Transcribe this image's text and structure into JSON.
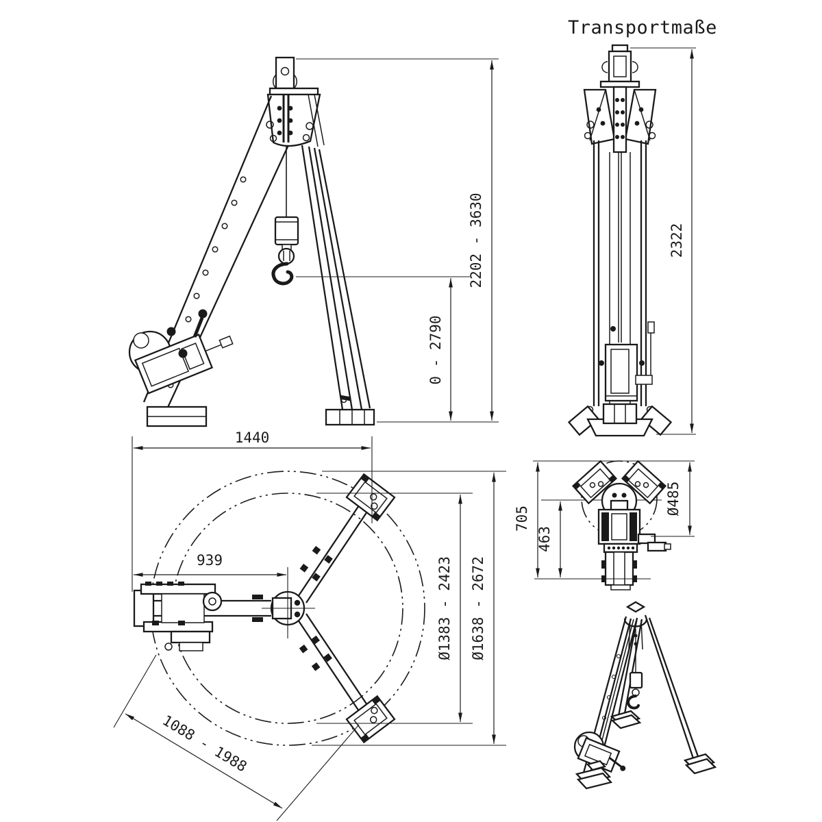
{
  "title": "Transportmaße",
  "colors": {
    "line": "#1a1a1a",
    "background": "#ffffff"
  },
  "dims": {
    "side_total_height": "2202 - 3630",
    "side_hook_travel": "0 - 2790",
    "transport_height": "2322",
    "plan_width": "1440",
    "plan_winch_arm": "939",
    "plan_inner_circle": "Ø1383 - 2423",
    "plan_outer_circle": "Ø1638 - 2672",
    "plan_leg_spread": "1088 - 1988",
    "transport_plan_length": "705",
    "transport_plan_partial": "463",
    "transport_plan_circle": "Ø485"
  }
}
